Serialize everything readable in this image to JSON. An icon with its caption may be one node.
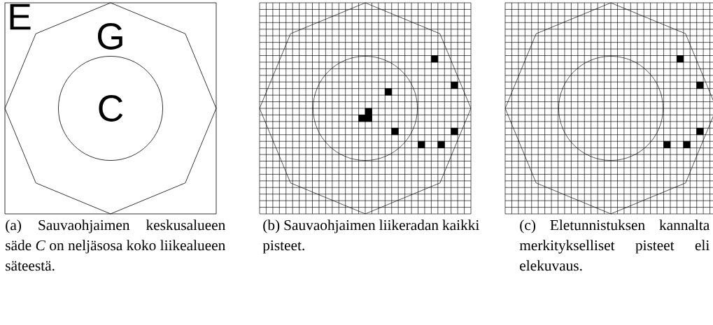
{
  "diagram": {
    "labels": [
      "E",
      "G",
      "C",
      "(a) Sauvaohjaimen keskusalueen säde *C* on neljäsosa koko liikealueen säteestä.",
      "(b) Sauvaohjaimen liikeradan kaikki pisteet.",
      "(c) Eletunnistuksen kannalta merkitykselliset pisteet eli elekuvaus."
    ]
  }
}
